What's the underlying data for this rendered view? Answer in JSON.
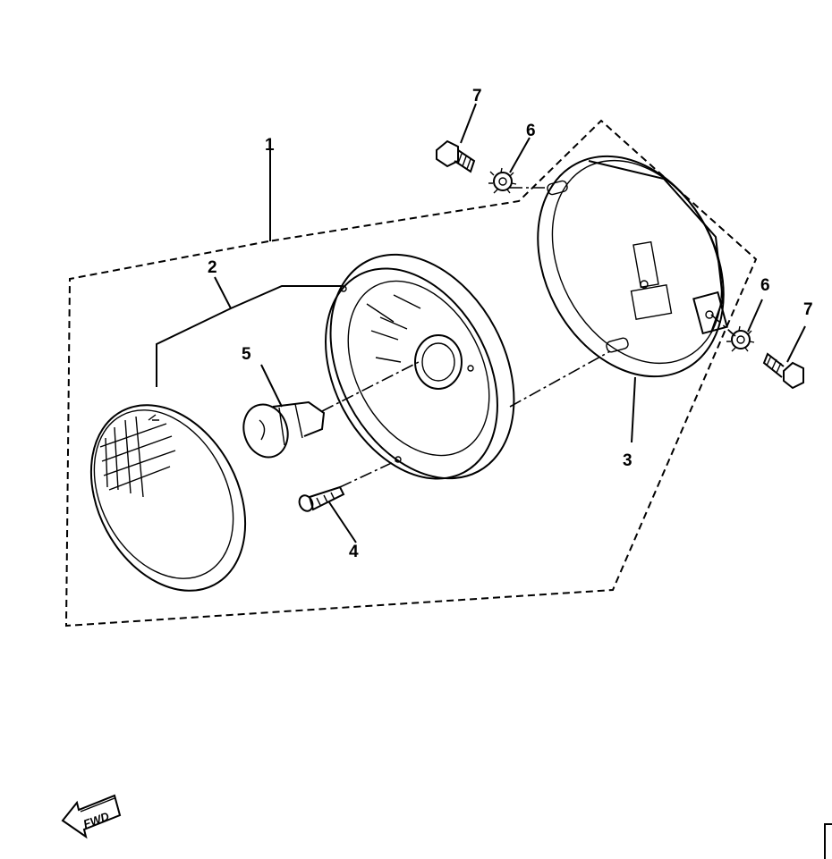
{
  "callouts": {
    "assembly": "1",
    "lens_unit": "2",
    "housing": "3",
    "screw": "4",
    "bulb": "5",
    "washer_top": "6",
    "washer_right": "6",
    "bolt_top": "7",
    "bolt_right": "7"
  },
  "fwd_arrow": {
    "label": "FWD",
    "icon": "forward-arrow-icon"
  },
  "colors": {
    "ink": "#000000",
    "paper": "#ffffff"
  }
}
